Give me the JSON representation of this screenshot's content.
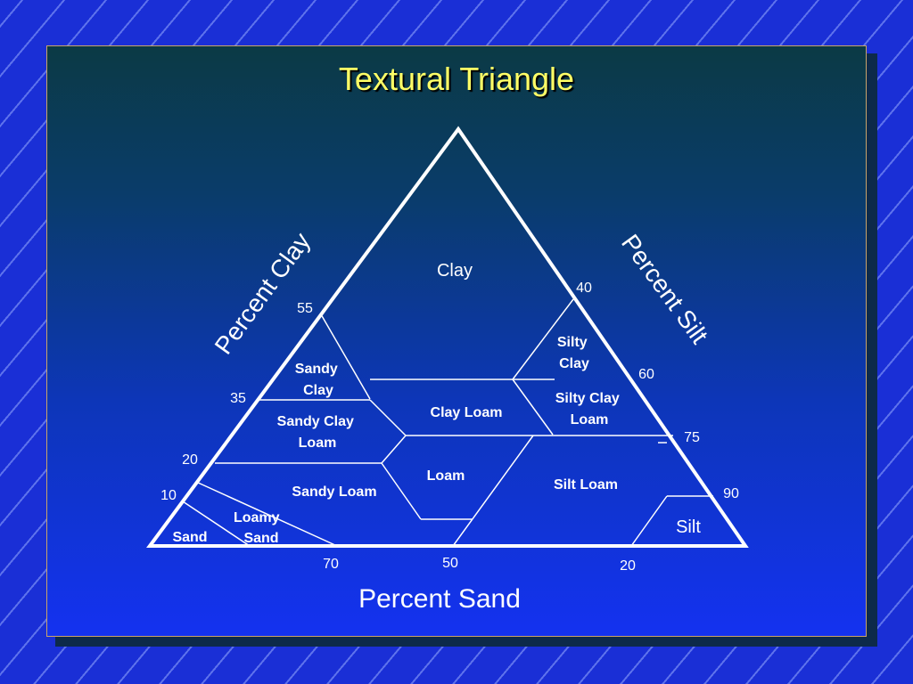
{
  "title": "Textural Triangle",
  "axes": {
    "clay_side": "Percent Clay",
    "silt_side": "Percent Silt",
    "sand_base": "Percent Sand"
  },
  "regions": {
    "clay": "Clay",
    "silty_clay": [
      "Silty",
      "Clay"
    ],
    "sandy_clay": [
      "Sandy",
      "Clay"
    ],
    "silty_clay_loam": [
      "Silty Clay",
      "Loam"
    ],
    "clay_loam": "Clay Loam",
    "sandy_clay_loam": [
      "Sandy Clay",
      "Loam"
    ],
    "loam": "Loam",
    "sandy_loam": "Sandy Loam",
    "silt_loam": "Silt Loam",
    "loamy_sand": [
      "Loamy",
      "Sand"
    ],
    "sand": "Sand",
    "silt": "Silt"
  },
  "ticks": {
    "clay": [
      "55",
      "35",
      "20",
      "10"
    ],
    "silt": [
      "40",
      "60",
      "75",
      "90"
    ],
    "sand": [
      "70",
      "50",
      "20"
    ]
  },
  "colors": {
    "title": "#ffff66",
    "lines": "#ffffff",
    "frame": "#c9a36a"
  }
}
